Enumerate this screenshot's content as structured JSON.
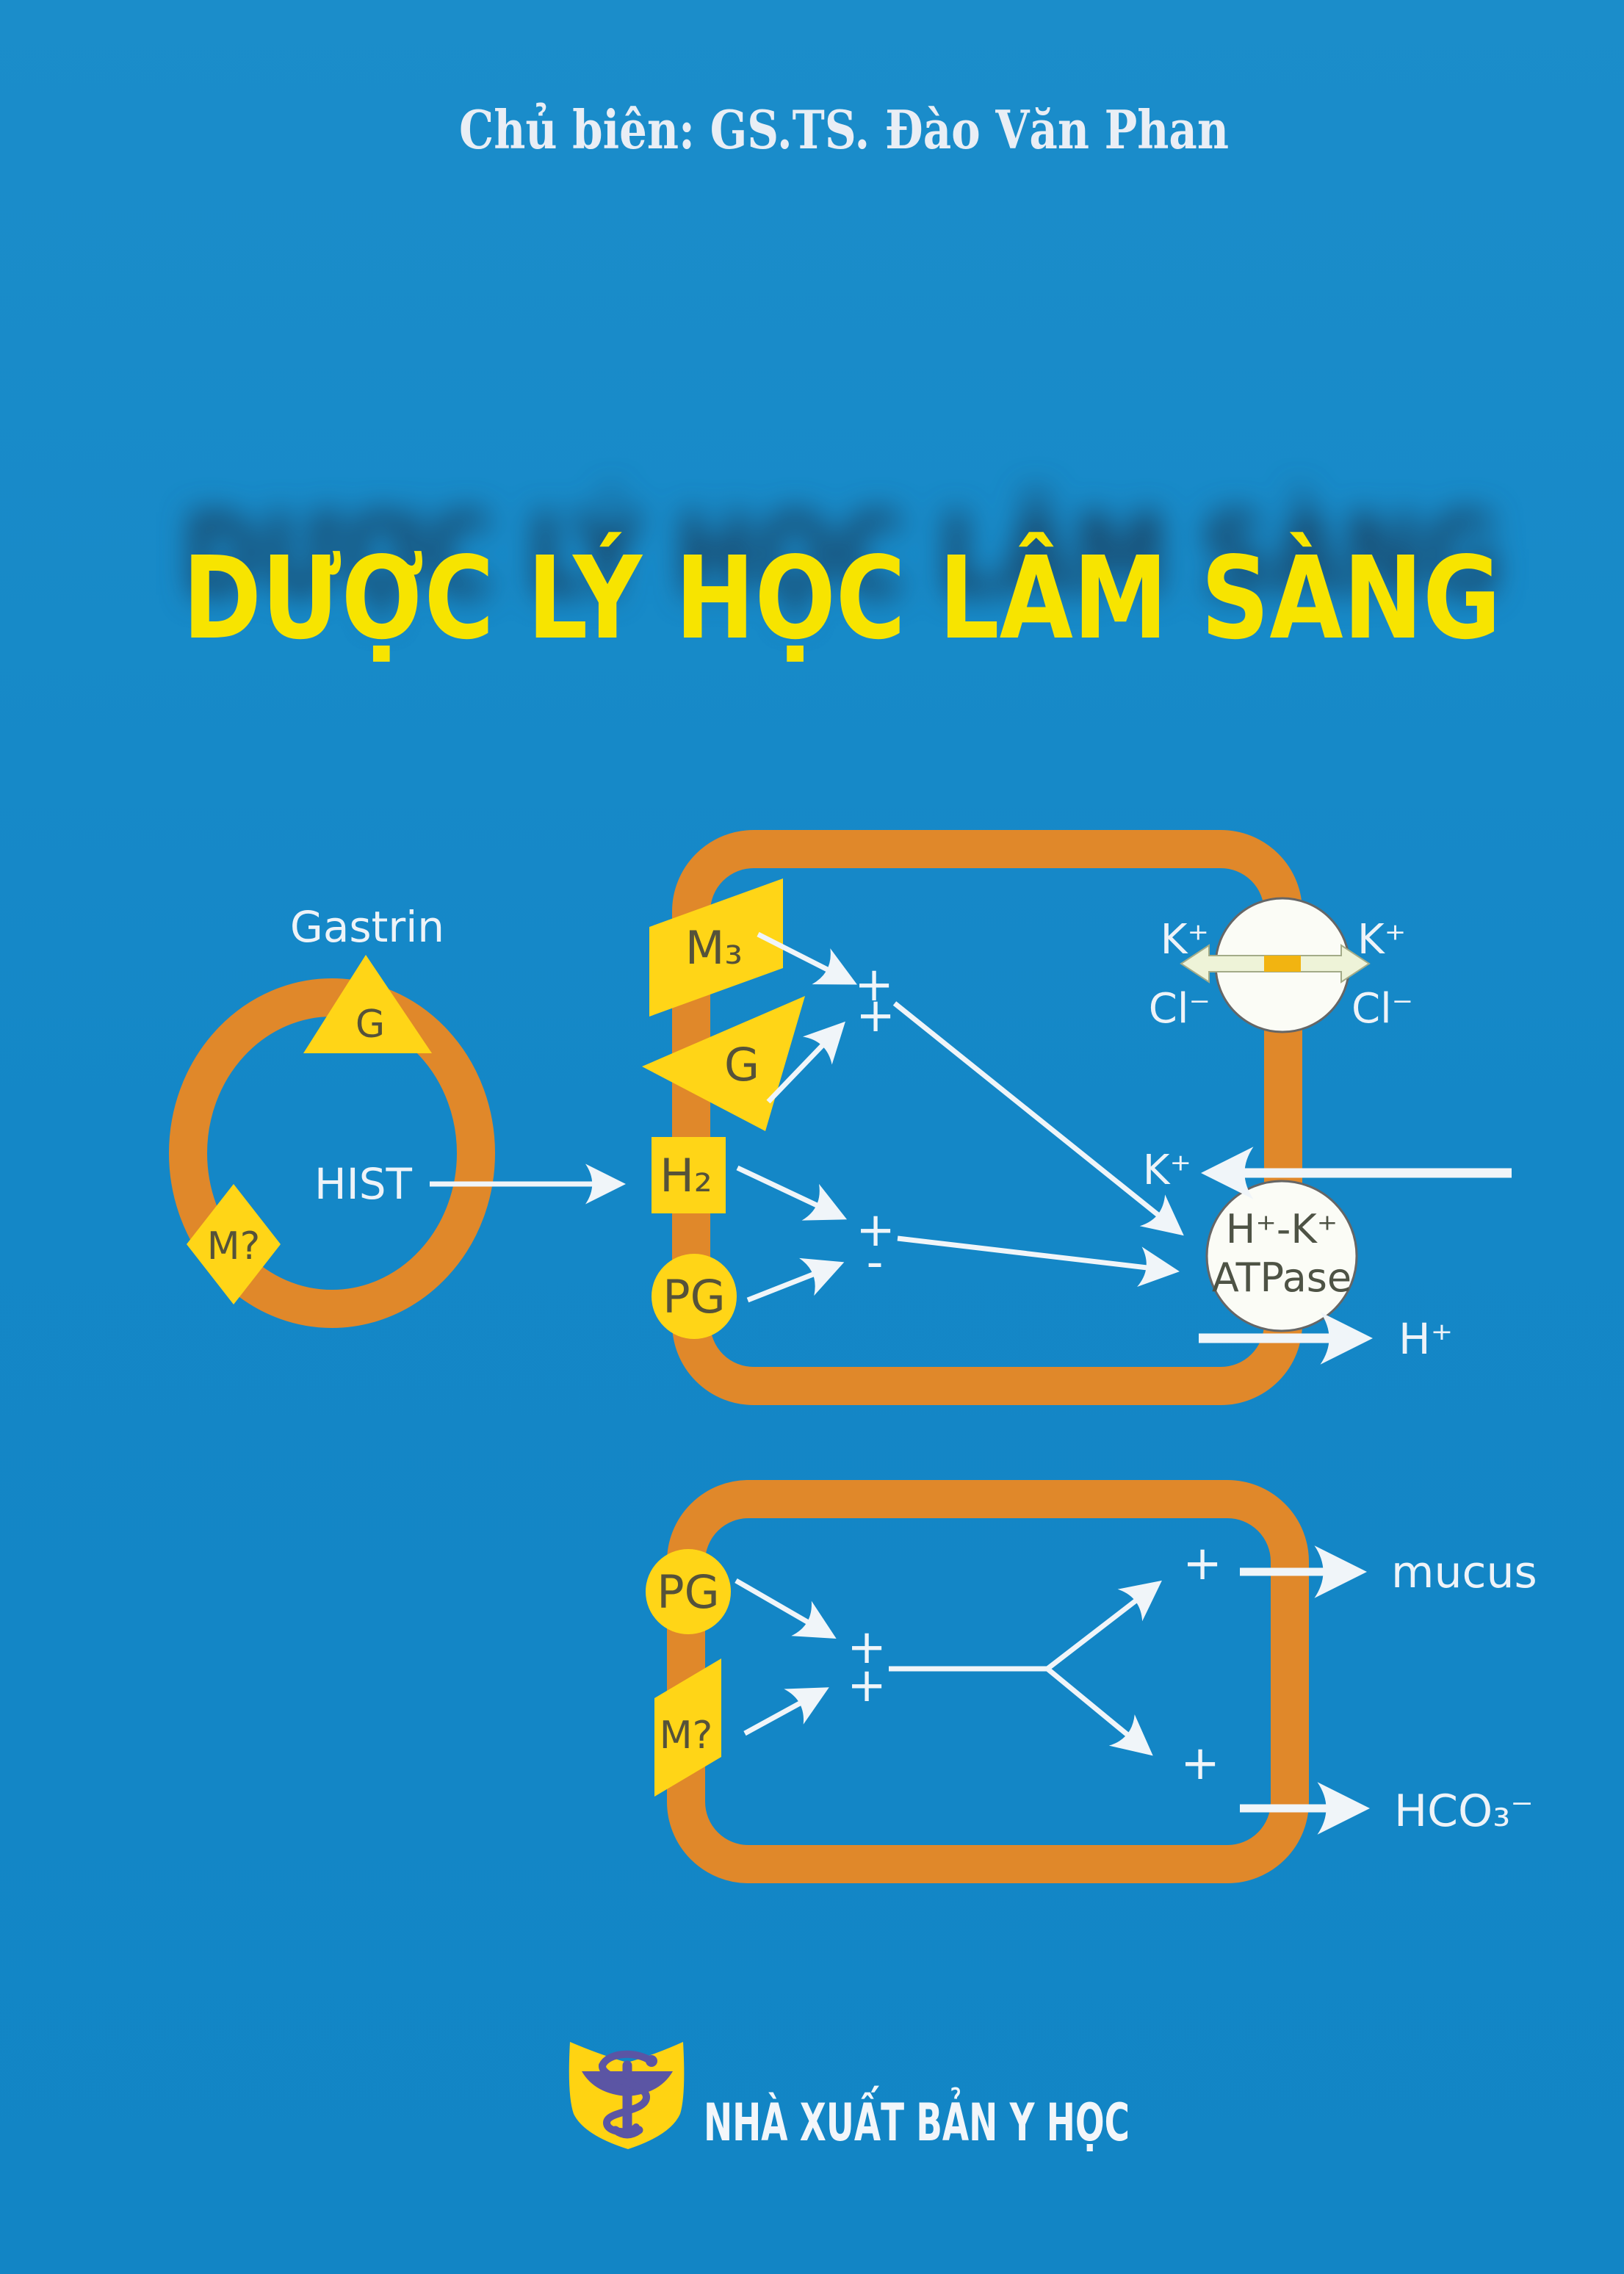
{
  "cover": {
    "author_line": "Chủ biên: GS.TS. Đào Văn Phan",
    "title": "DƯỢC LÝ HỌC LÂM SÀNG",
    "publisher": "NHÀ XUẤT BẢN Y HỌC"
  },
  "colors": {
    "background": "#1487c7",
    "membrane_orange": "#e0882a",
    "receptor_yellow": "#ffd517",
    "title_yellow": "#f7e400",
    "label_dark": "#55523a",
    "text_white": "#eef3f8",
    "channel_arrow_body": "#eef3d8",
    "channel_center_block": "#f2b411",
    "logo_purple": "#5b55a4"
  },
  "symbols": {
    "plus": "+",
    "minus": "-"
  },
  "ecl_cell": {
    "name_label": "Gastrin",
    "receptor_g": "G",
    "receptor_m": "M?",
    "mediator": "HIST"
  },
  "parietal_cell": {
    "receptor_m3": "M₃",
    "receptor_g": "G",
    "receptor_h2": "H₂",
    "receptor_pg": "PG",
    "pump_line1": "H⁺-K⁺",
    "pump_line2": "ATPase",
    "channel_k_in": "K⁺",
    "channel_k_out": "K⁺",
    "channel_cl_in": "Cl⁻",
    "channel_cl_out": "Cl⁻",
    "k_recycle": "K⁺",
    "h_secreted": "H⁺"
  },
  "mucous_cell": {
    "receptor_pg": "PG",
    "receptor_m": "M?",
    "output_mucus": "mucus",
    "output_bicarbonate": "HCO₃⁻"
  }
}
